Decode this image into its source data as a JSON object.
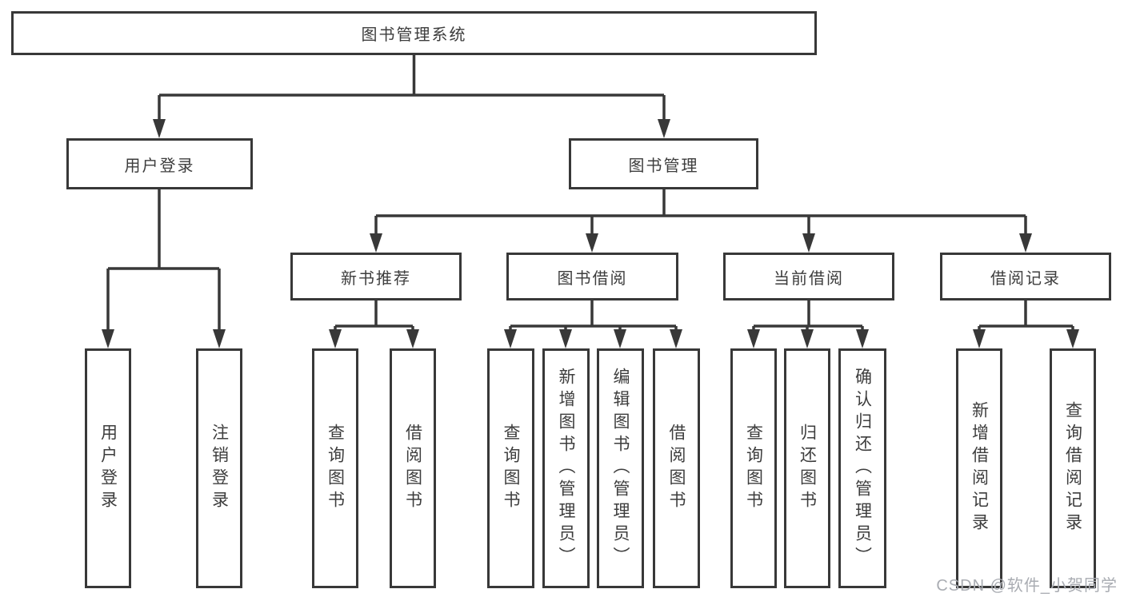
{
  "tree": {
    "label": "图书管理系统",
    "children": [
      {
        "label": "用户登录",
        "children": [
          {
            "label": "用户登录"
          },
          {
            "label": "注销登录"
          }
        ]
      },
      {
        "label": "图书管理",
        "children": [
          {
            "label": "新书推荐",
            "children": [
              {
                "label": "查询图书"
              },
              {
                "label": "借阅图书"
              }
            ]
          },
          {
            "label": "图书借阅",
            "children": [
              {
                "label": "查询图书"
              },
              {
                "label": "新增图书（管理员）"
              },
              {
                "label": "编辑图书（管理员）"
              },
              {
                "label": "借阅图书"
              }
            ]
          },
          {
            "label": "当前借阅",
            "children": [
              {
                "label": "查询图书"
              },
              {
                "label": "归还图书"
              },
              {
                "label": "确认归还（管理员）"
              }
            ]
          },
          {
            "label": "借阅记录",
            "children": [
              {
                "label": "新增借阅记录"
              },
              {
                "label": "查询借阅记录"
              }
            ]
          }
        ]
      }
    ]
  },
  "watermark": "CSDN @软件_小贺同学",
  "colors": {
    "line": "#383838",
    "text": "#3d3d3d",
    "box_background": "#ffffff",
    "watermark": "#a9acb2"
  }
}
